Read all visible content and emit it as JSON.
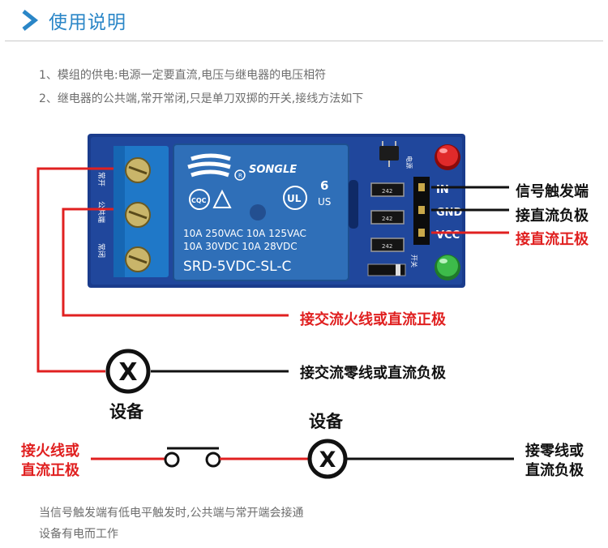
{
  "header": {
    "title": "使用说明"
  },
  "notes": [
    "1、模组的供电:电源一定要直流,电压与继电器的电压相符",
    "2、继电器的公共端,常开常闭,只是单刀双掷的开关,接线方法如下"
  ],
  "board": {
    "brand": "SONGLE",
    "relay_lines": [
      "10A 250VAC  10A 125VAC",
      "10A 30VDC   10A 28VDC"
    ],
    "model": "SRD-5VDC-SL-C",
    "mark_6": "6",
    "mark_us": "US",
    "mark_cqc": "CQC",
    "pins": [
      "IN",
      "GND",
      "VCC"
    ],
    "terminal_labels": [
      "常开",
      "公共端",
      "常闭"
    ],
    "led_labels": [
      "电源",
      "开关"
    ],
    "resistor_code": "242"
  },
  "labels": {
    "signal": "信号触发端",
    "gnd": "接直流负极",
    "vcc": "接直流正极",
    "ac_live": "接交流火线或直流正极",
    "ac_zero": "接交流零线或直流负极",
    "device": "设备",
    "device_symbol": "X",
    "live_line1": "接火线或",
    "live_line2": "直流正极",
    "zero_line1": "接零线或",
    "zero_line2": "直流负极"
  },
  "footer": [
    "当信号触发端有低电平触发时,公共端与常开端会接通",
    "设备有电而工作"
  ],
  "colors": {
    "accent": "#2a86c7",
    "red_wire": "#e02020",
    "black_wire": "#111111",
    "pcb": "#1a3c8c",
    "relay": "#2f6fb8",
    "terminal": "#1f78c8"
  }
}
